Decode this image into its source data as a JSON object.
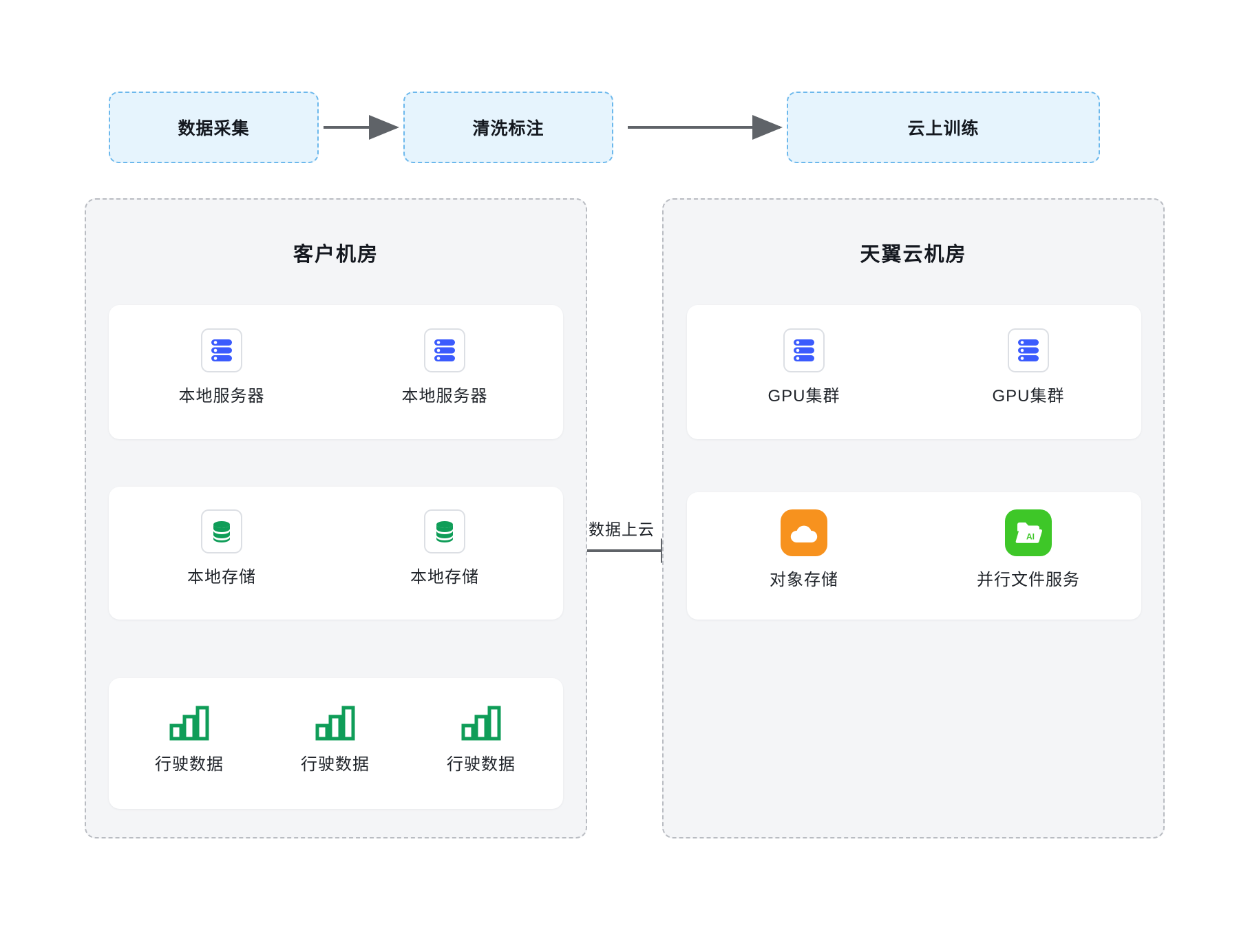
{
  "pipeline": {
    "steps": [
      {
        "label": "数据采集",
        "icon": "dashed-stage-box"
      },
      {
        "label": "清洗标注",
        "icon": "dashed-stage-box"
      },
      {
        "label": "云上训练",
        "icon": "dashed-stage-box"
      }
    ],
    "arrow_icon": "arrow-right-icon"
  },
  "zones": [
    {
      "title": "客户机房",
      "rows": [
        {
          "name": "local-servers-row",
          "nodes": [
            {
              "label": "本地服务器",
              "icon": "server-rack-icon"
            },
            {
              "label": "本地服务器",
              "icon": "server-rack-icon"
            }
          ]
        },
        {
          "name": "local-storage-row",
          "nodes": [
            {
              "label": "本地存储",
              "icon": "database-icon"
            },
            {
              "label": "本地存储",
              "icon": "database-icon"
            }
          ]
        },
        {
          "name": "driving-data-row",
          "nodes": [
            {
              "label": "行驶数据",
              "icon": "bar-chart-icon"
            },
            {
              "label": "行驶数据",
              "icon": "bar-chart-icon"
            },
            {
              "label": "行驶数据",
              "icon": "bar-chart-icon"
            }
          ]
        }
      ]
    },
    {
      "title": "天翼云机房",
      "rows": [
        {
          "name": "gpu-cluster-row",
          "nodes": [
            {
              "label": "GPU集群",
              "icon": "server-rack-icon"
            },
            {
              "label": "GPU集群",
              "icon": "server-rack-icon"
            }
          ]
        },
        {
          "name": "cloud-storage-row",
          "nodes": [
            {
              "label": "对象存储",
              "icon": "cloud-upload-icon"
            },
            {
              "label": "并行文件服务",
              "icon": "ai-folder-icon"
            }
          ]
        }
      ]
    }
  ],
  "edges": {
    "data_to_cloud_label": "数据上云"
  },
  "colors": {
    "stage_fill": "#e6f4fd",
    "stage_border": "#6cb8ec",
    "zone_fill": "#f4f5f7",
    "zone_border": "#b9bcc2",
    "card_bg": "#ffffff",
    "server_blue": "#3b5bfd",
    "database_green": "#0f9d58",
    "chart_green": "#0f9d58",
    "object_storage_orange": "#f7921e",
    "file_service_green": "#3ec728",
    "arrow_gray": "#5f6368",
    "text": "#1f2329"
  }
}
